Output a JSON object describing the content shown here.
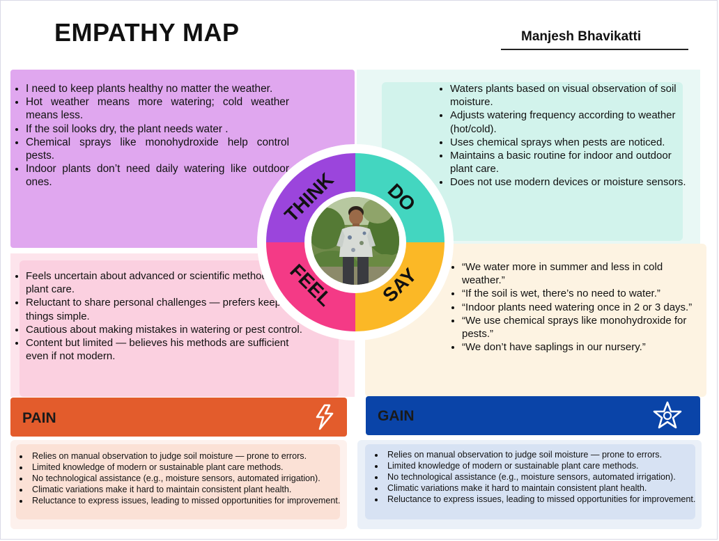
{
  "title": "EMPATHY MAP",
  "author": "Manjesh Bhavikatti",
  "quadrants": {
    "think": {
      "label": "THINK",
      "color": "#9b45dc",
      "items": [
        "I need to keep plants healthy no matter the weather.",
        "Hot weather means more watering; cold weather means less.",
        "If the soil looks dry, the plant needs water .",
        "Chemical sprays like monohydroxide help control pests.",
        "Indoor plants don’t need daily watering like outdoor ones."
      ]
    },
    "do": {
      "label": "DO",
      "color": "#43d6c0",
      "items": [
        "Waters plants based on visual observation of soil moisture.",
        "Adjusts watering frequency according to weather (hot/cold).",
        "Uses chemical sprays when pests are noticed.",
        "Maintains a basic routine for indoor and outdoor plant care.",
        "Does not use modern devices or moisture sensors."
      ]
    },
    "feel": {
      "label": "FEEL",
      "color": "#f43a86",
      "items": [
        "Feels uncertain about advanced or scientific methods of plant care.",
        "Reluctant to share personal challenges — prefers keeping things simple.",
        "Cautious about making mistakes in watering or pest control.",
        "Content but limited — believes his methods are sufficient even if not modern."
      ]
    },
    "say": {
      "label": "SAY",
      "color": "#fbb826",
      "items": [
        "“We water more in summer and less in cold weather.”",
        "“If the soil is wet, there’s no need to water.”",
        "“Indoor plants need watering once in 2 or 3 days.”",
        "“We use chemical sprays like monohydroxide for pests.”",
        "“We don’t have saplings in our nursery.”"
      ]
    }
  },
  "pain": {
    "label": "PAIN",
    "icon": "lightning-icon",
    "color": "#e35c2c",
    "items": [
      "Relies on manual observation to judge soil moisture — prone to errors.",
      "Limited knowledge of modern or sustainable plant care methods.",
      "No technological assistance (e.g., moisture sensors, automated irrigation).",
      "Climatic variations make it hard to maintain consistent plant health.",
      "Reluctance to express issues, leading to missed opportunities for improvement."
    ]
  },
  "gain": {
    "label": "GAIN",
    "icon": "star-badge-icon",
    "color": "#0a44a8",
    "items": [
      "Relies on manual observation to judge soil moisture — prone to errors.",
      "Limited knowledge of modern or sustainable plant care methods.",
      "No technological assistance (e.g., moisture sensors, automated irrigation).",
      "Climatic variations make it hard to maintain consistent plant health.",
      "Reluctance to express issues, leading to missed opportunities for improvement."
    ]
  }
}
